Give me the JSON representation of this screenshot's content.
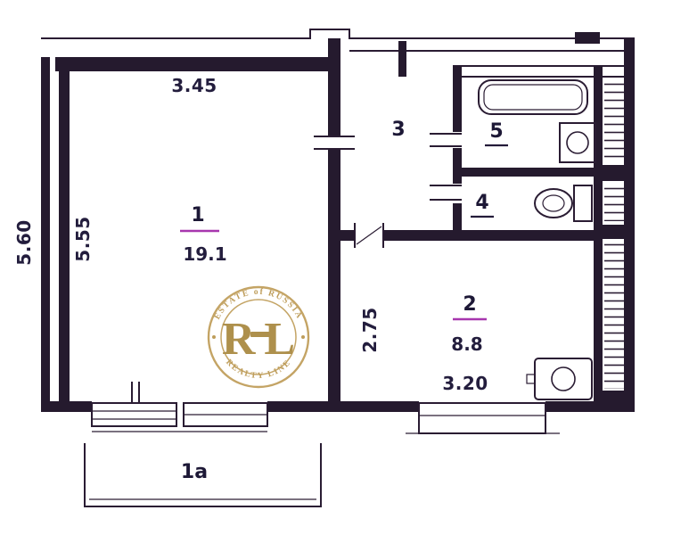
{
  "plan": {
    "room1": {
      "number": "1",
      "area": "19.1",
      "width": "3.45",
      "depth": "5.55"
    },
    "room2": {
      "number": "2",
      "area": "8.8",
      "width": "3.20",
      "depth": "2.75"
    },
    "room3": {
      "number": "3"
    },
    "room4": {
      "number": "4"
    },
    "room5": {
      "number": "5"
    },
    "balcony": {
      "number": "1a"
    },
    "outer_depth": "5.60"
  },
  "watermark": {
    "monogram": "RL",
    "arc_top": "ESTATE of RUSSIA",
    "arc_bottom": "REALTY LINE"
  },
  "colors": {
    "line": "#251a2e",
    "text": "#231d3d",
    "accent_underline": "#a736ae",
    "gold": "#b9954d"
  }
}
